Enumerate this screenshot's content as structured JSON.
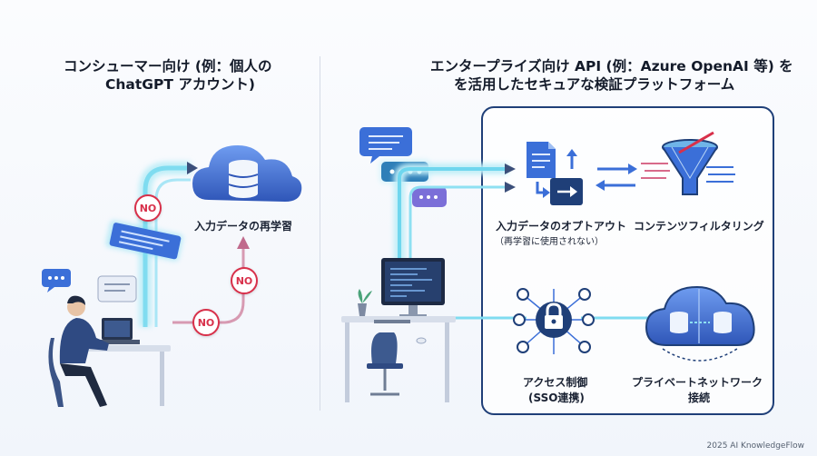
{
  "left": {
    "title_line1": "コンシューマー向け (例：個人の",
    "title_line2": "ChatGPT アカウント)",
    "retrain_label": "入力データの再学習",
    "badge": "NO"
  },
  "right": {
    "title_line1": "エンタープライズ向け API (例：Azure OpenAI 等) を",
    "title_line2": "を活用したセキュアな検証プラットフォーム",
    "optout_label": "入力データのオプトアウト",
    "optout_sub": "（再学習に使用されない）",
    "filter_label": "コンテンツフィルタリング",
    "access_label_1": "アクセス制御",
    "access_label_2": "(SSO連携)",
    "network_label_1": "プライベートネットワーク",
    "network_label_2": "接続"
  },
  "footer": "2025 AI KnowledgeFlow",
  "colors": {
    "navy": "#1f3f78",
    "accent_blue": "#3b6fd8",
    "glow_cyan": "#5ee0f0",
    "no_red": "#d8304a"
  },
  "icons": [
    "cloud-database-icon",
    "document-transfer-icon",
    "filter-funnel-icon",
    "lock-network-icon",
    "cloud-server-icon",
    "chat-bubble-icon",
    "monitor-icon",
    "person-icon"
  ]
}
